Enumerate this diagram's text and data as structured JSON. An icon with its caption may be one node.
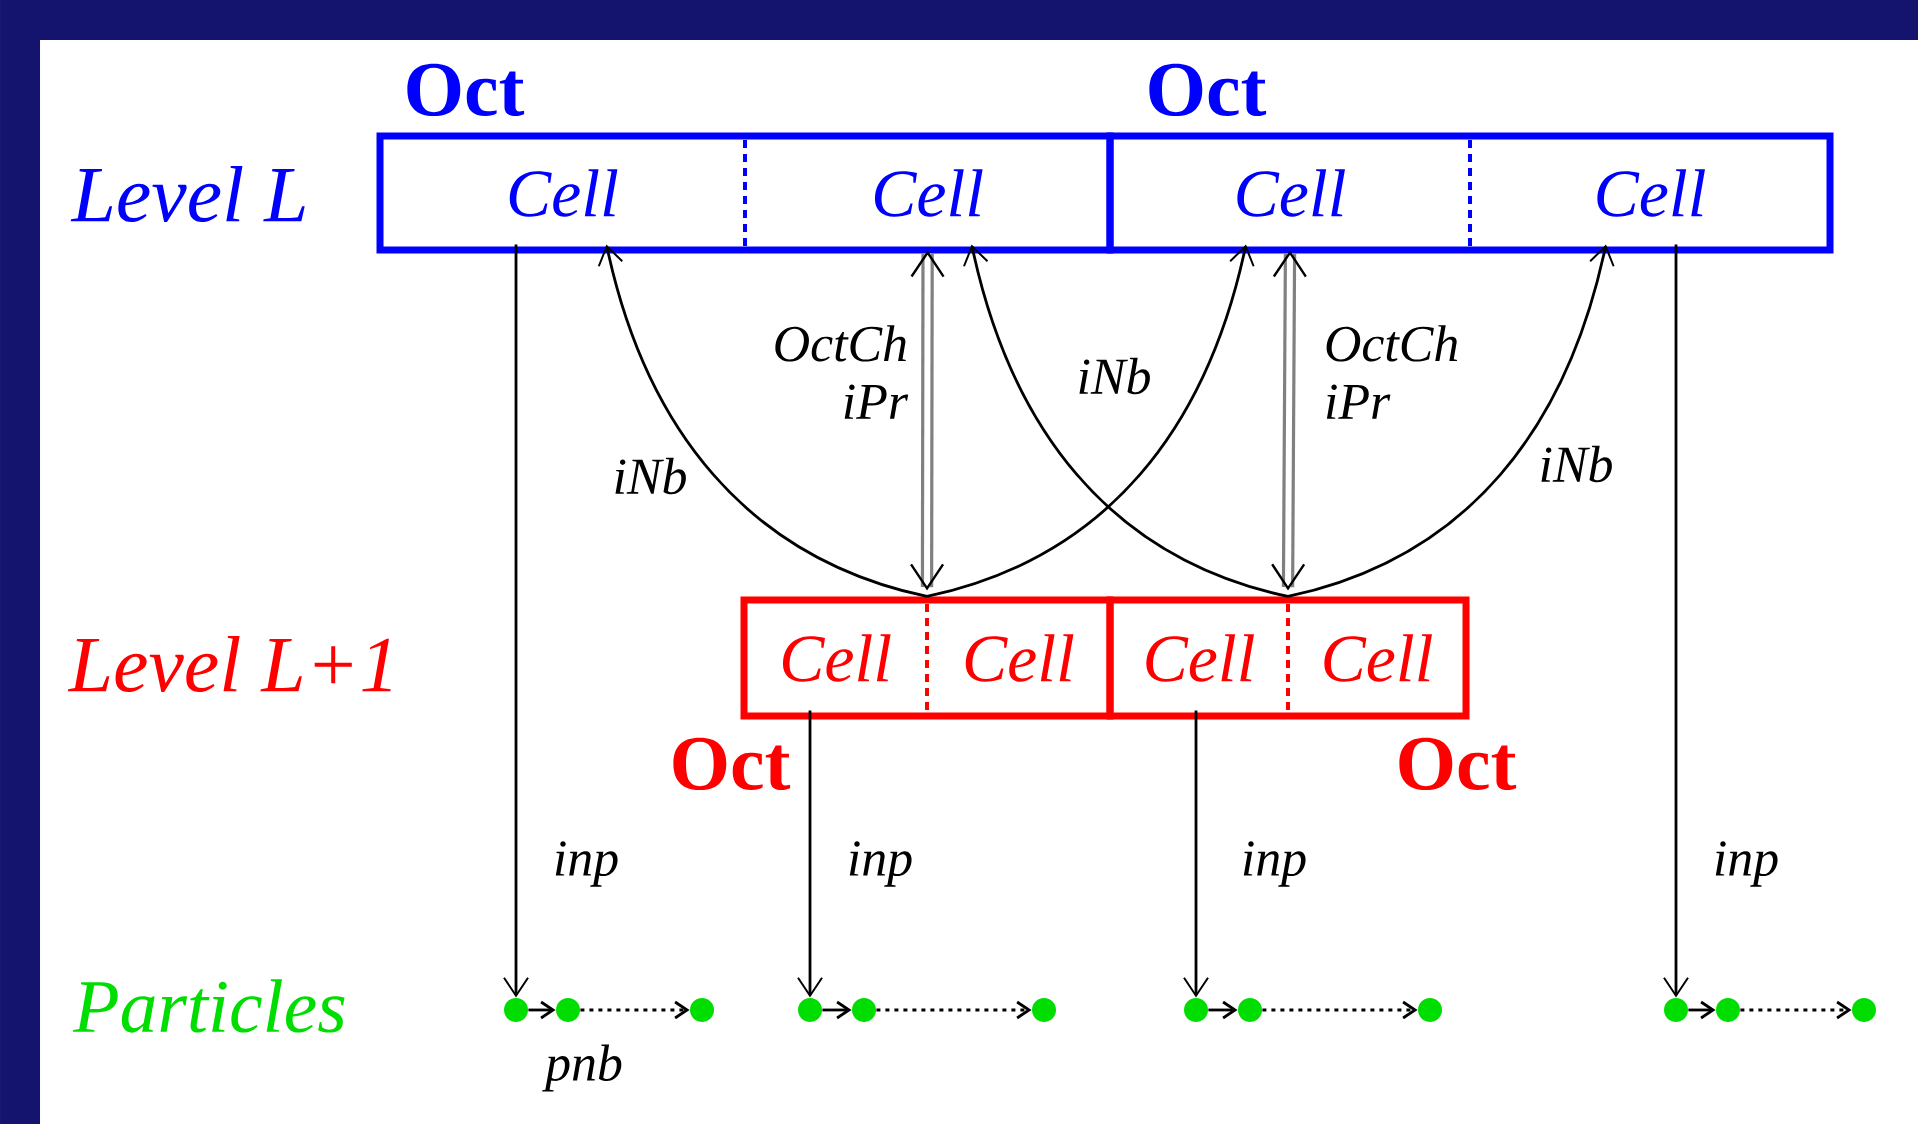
{
  "diagram": {
    "nodes": [
      {
        "text": [
          "Oct"
        ]
      },
      {
        "text": [
          "Cell"
        ],
        "in": 0
      },
      {
        "text": [
          "Cell"
        ],
        "in": 0
      },
      {
        "text": [
          "Oct"
        ]
      },
      {
        "text": [
          "Cell"
        ],
        "in": 3
      },
      {
        "text": [
          "Cell"
        ],
        "in": 3
      },
      {
        "text": [
          "Oct"
        ]
      },
      {
        "text": [
          "Cell"
        ],
        "in": 6
      },
      {
        "text": [
          "Cell"
        ],
        "in": 6
      },
      {
        "text": [
          "Oct"
        ]
      },
      {
        "text": [
          "Cell"
        ],
        "in": 9
      },
      {
        "text": [
          "Cell"
        ],
        "in": 9
      },
      {
        "text": [],
        "shape": "circle"
      },
      {
        "text": [],
        "shape": "circle"
      },
      {
        "text": [],
        "shape": "circle"
      },
      {
        "text": [],
        "shape": "circle"
      },
      {
        "text": [],
        "shape": "circle"
      },
      {
        "text": [],
        "shape": "circle"
      },
      {
        "text": [],
        "shape": "circle"
      },
      {
        "text": [],
        "shape": "circle"
      },
      {
        "text": [],
        "shape": "circle"
      },
      {
        "text": [],
        "shape": "circle"
      },
      {
        "text": [],
        "shape": "circle"
      },
      {
        "text": [],
        "shape": "circle"
      }
    ],
    "edges": [
      {
        "from": 1,
        "to": 12,
        "arrow": "to",
        "label": "inp"
      },
      {
        "from": 7,
        "to": 15,
        "arrow": "to",
        "label": "inp"
      },
      {
        "from": 10,
        "to": 18,
        "arrow": "to",
        "label": "inp"
      },
      {
        "from": 5,
        "to": 21,
        "arrow": "to",
        "label": "inp"
      },
      {
        "from": 6,
        "to": 2,
        "arrow": "both",
        "label": "OctCh iPr",
        "style": "thick",
        "color": "#808080"
      },
      {
        "from": 9,
        "to": 4,
        "arrow": "both",
        "label": "OctCh iPr",
        "style": "thick",
        "color": "#808080"
      },
      {
        "from": 6,
        "to": 1,
        "arrow": "to",
        "label": "iNb"
      },
      {
        "from": 6,
        "to": 4,
        "arrow": "to"
      },
      {
        "from": 9,
        "to": 2,
        "arrow": "to",
        "label": "iNb"
      },
      {
        "from": 9,
        "to": 5,
        "arrow": "to",
        "label": "iNb"
      },
      {
        "from": 12,
        "to": 13,
        "arrow": "to"
      },
      {
        "from": 13,
        "to": 14,
        "arrow": "to",
        "style": "dashed"
      },
      {
        "from": 15,
        "to": 16,
        "arrow": "to"
      },
      {
        "from": 16,
        "to": 17,
        "arrow": "to",
        "style": "dashed"
      },
      {
        "from": 18,
        "to": 19,
        "arrow": "to"
      },
      {
        "from": 19,
        "to": 20,
        "arrow": "to",
        "style": "dashed"
      },
      {
        "from": 21,
        "to": 22,
        "arrow": "to"
      },
      {
        "from": 22,
        "to": 23,
        "arrow": "to",
        "style": "dashed"
      }
    ],
    "labels": [
      "Level L",
      "Level L+1",
      "Particles",
      "pnb"
    ]
  }
}
